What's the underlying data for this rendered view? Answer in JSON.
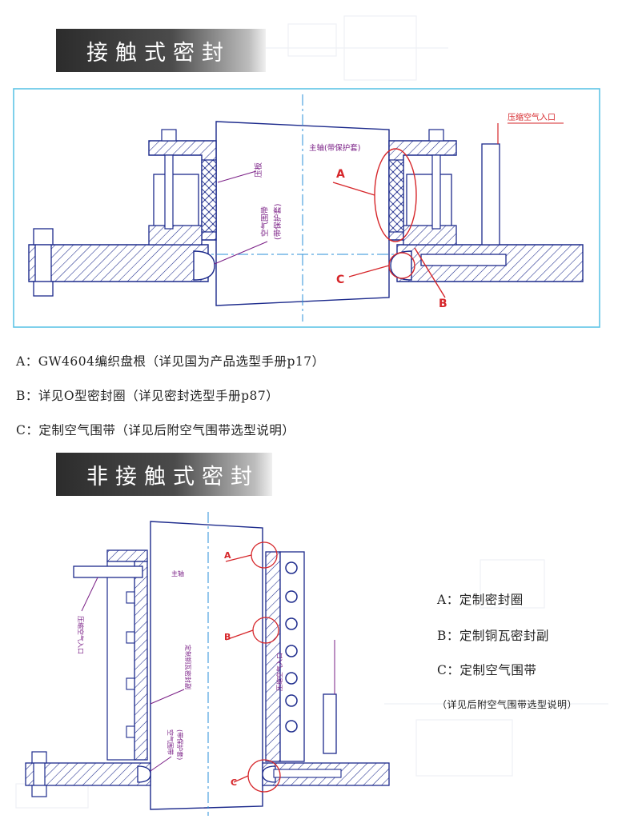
{
  "sections": [
    {
      "title": "接触式密封",
      "diagram": {
        "center_label": "主轴(带保护套)",
        "wear_strip_label": "压板",
        "air_belt_label": "空气围带",
        "air_belt_sub_label": "(带保护套)",
        "air_inlet_label": "压缩空气入口",
        "marker_a": "A",
        "marker_b": "B",
        "marker_c": "C"
      },
      "legend": [
        "A：GW4604编织盘根（详见国为产品选型手册p17）",
        "B：详见O型密封圈（详见密封选型手册p87）",
        "C：定制空气围带（详见后附空气围带选型说明）"
      ]
    },
    {
      "title": "非接触式密封",
      "diagram": {
        "shaft_label": "主轴",
        "left_label": "压缩空气入口",
        "middle_label": "定制铜瓦密封副",
        "lower_label": "空气围带",
        "lower_sub_label": "(带保护套)",
        "air_inlet_label": "压缩空气入口",
        "marker_a": "A",
        "marker_b": "B",
        "marker_c": "C"
      },
      "legend": [
        "A：定制密封圈",
        "B：定制铜瓦密封副",
        "C：定制空气围带"
      ],
      "note": "（详见后附空气围带选型说明）"
    }
  ],
  "colors": {
    "outline": "#1c2a8c",
    "centerline": "#2a8fd8",
    "frame": "#5fc4e6",
    "annotation_red": "#d6262a",
    "annotation_purple": "#7a1f86",
    "banner_dark": "#2c2c2c"
  }
}
